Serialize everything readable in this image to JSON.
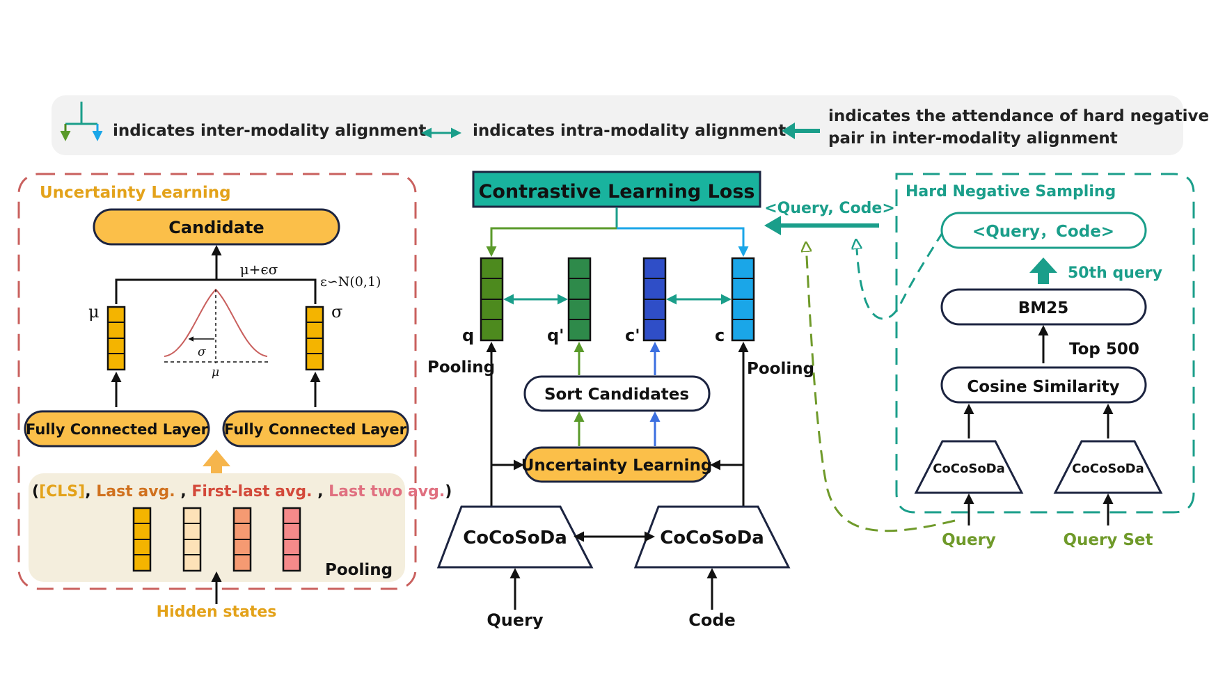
{
  "legend": {
    "inter_text": "indicates inter-modality alignment",
    "intra_text": "indicates intra-modality alignment",
    "hard_text_line1": "indicates the attendance of hard negative",
    "hard_text_line2": "pair in inter-modality alignment"
  },
  "uncertainty": {
    "title": "Uncertainty Learning",
    "candidate": "Candidate",
    "formula": "μ+ϵσ",
    "noise": "ε∽N(0,1)",
    "mu": "μ",
    "sigma": "σ",
    "curve_sigma": "σ",
    "curve_mu": "μ",
    "fc_left": "Fully Connected Layer",
    "fc_right": "Fully Connected Layer",
    "pool_open": "(",
    "pool_cls": "[CLS]",
    "pool_comma1": ", ",
    "pool_last": "Last avg.",
    "pool_comma2": " , ",
    "pool_firstlast": "First-last avg.",
    "pool_comma3": " , ",
    "pool_lasttwo": "Last two avg.",
    "pool_close": ")",
    "pooling": "Pooling",
    "hidden": "Hidden states"
  },
  "center": {
    "loss": "Contrastive Learning Loss",
    "q": "q",
    "q_prime": "q'",
    "c_prime": "c'",
    "c": "c",
    "pooling_left": "Pooling",
    "pooling_right": "Pooling",
    "sort": "Sort Candidates",
    "uncertainty": "Uncertainty Learning",
    "encoder_left": "CoCoSoDa",
    "encoder_right": "CoCoSoDa",
    "input_left": "Query",
    "input_right": "Code",
    "pair_label": "<Query, Code>"
  },
  "hard": {
    "title": "Hard Negative Sampling",
    "pair": "<Query，Code>",
    "nth": "50th query",
    "bm25": "BM25",
    "top": "Top 500",
    "cosine": "Cosine Similarity",
    "encoder_left": "CoCoSoDa",
    "encoder_right": "CoCoSoDa",
    "input_left": "Query",
    "input_right": "Query Set"
  },
  "colors": {
    "teal": "#1a9e8a",
    "loss_fill": "#19b39e",
    "orange": "#fbbf49",
    "green_dark": "#4d8a1e",
    "green_mid": "#2e8a4a",
    "blue_dark": "#2f4ec7",
    "blue_light": "#1aa6e8",
    "olive": "#6f9a2a",
    "red_dash": "#c9605e",
    "pool_label_orange": "#e3a21a",
    "pool_label_brown": "#d0711e",
    "pool_label_red": "#d3493a",
    "pool_label_pink": "#e07080"
  }
}
